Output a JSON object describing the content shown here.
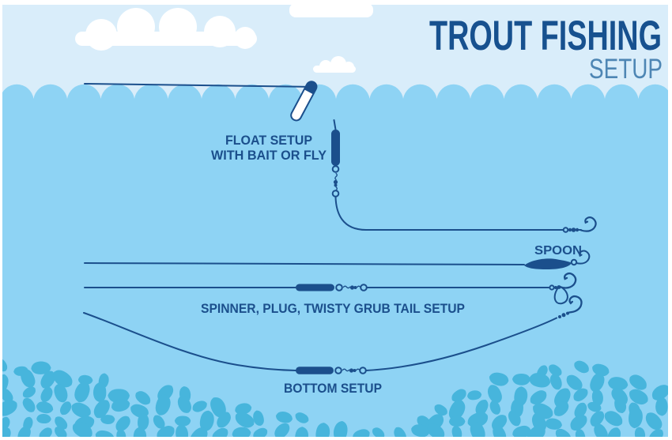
{
  "header": {
    "title": "TROUT FISHING",
    "subtitle": "SETUP"
  },
  "rigs": {
    "float_setup": {
      "label_line1": "FLOAT SETUP",
      "label_line2": "WITH BAIT OR FLY"
    },
    "spoon": {
      "label": "SPOON"
    },
    "spinner": {
      "label": "SPINNER, PLUG, TWISTY GRUB TAIL SETUP"
    },
    "bottom": {
      "label": "BOTTOM SETUP"
    }
  },
  "colors": {
    "navy": "#1b4f8c",
    "title_navy": "#17518f",
    "subtitle_blue": "#4e86b4",
    "sky": "#d9edfa",
    "water": "#8ed3f4",
    "pebble": "#47b5dc",
    "cloud": "#ffffff",
    "frame": "#ffffff"
  }
}
